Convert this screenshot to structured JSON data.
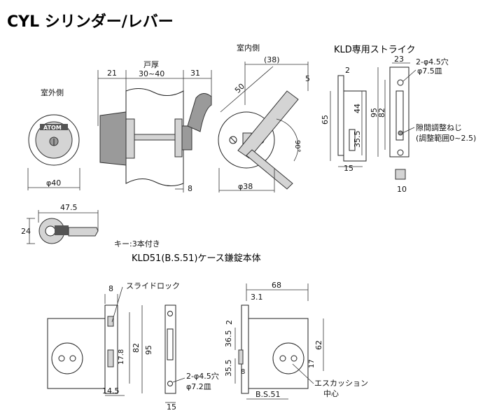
{
  "title": "CYL シリンダー/レバー",
  "labels": {
    "outside": "室外側",
    "inside": "室内側",
    "door_thickness": "戸厚",
    "key_note": "キー:3本付き",
    "case_title": "KLD51(B.S.51)ケース鎌錠本体",
    "strike_title": "KLD専用ストライク",
    "slide_lock": "スライドロック",
    "gap_screw_1": "隙間調整ねじ",
    "gap_screw_2": "(調整範囲0~2.5)",
    "hole_strike_1": "2-φ4.5穴",
    "hole_strike_2": "φ7.5皿",
    "hole_case_1": "2-φ4.5穴",
    "hole_case_2": "φ7.2皿",
    "escutcheon_1": "エスカッション",
    "escutcheon_2": "中心",
    "logo": "ATOM"
  },
  "dims": {
    "d21": "21",
    "d30_40": "30~40",
    "d31": "31",
    "d8_side": "8",
    "phi40": "φ40",
    "phi38": "φ38",
    "d38": "(38)",
    "d50": "50",
    "d5": "5",
    "d90": "90°",
    "d47_5": "47.5",
    "d24": "24",
    "s2": "2",
    "s23": "23",
    "s65": "65",
    "s44": "44",
    "s95": "95",
    "s82": "82",
    "s35_5": "35.5",
    "s15": "15",
    "s10": "10",
    "c8": "8",
    "c82": "82",
    "c95": "95",
    "c17_8": "17.8",
    "c14_5": "14.5",
    "c15": "15",
    "c68": "68",
    "c3_1": "3.1",
    "c2": "2",
    "c36_5": "36.5",
    "c35_5": "35.5",
    "c62": "62",
    "c17": "17",
    "c8b": "8",
    "cbs": "B.S.51"
  }
}
